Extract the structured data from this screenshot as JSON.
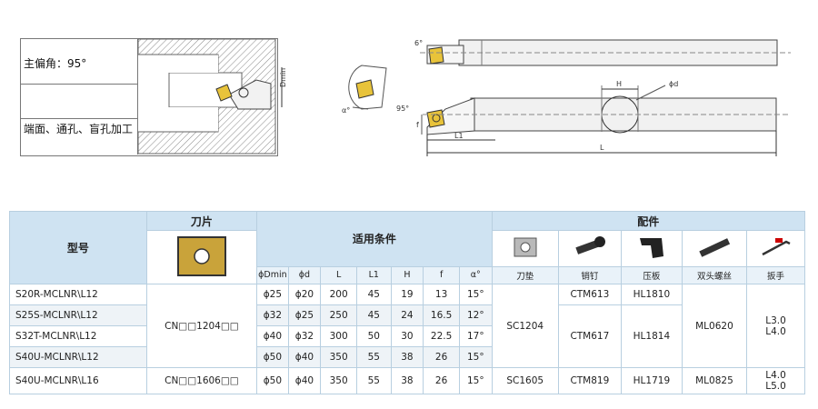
{
  "top_box": {
    "angle_label": "主偏角：95°",
    "use_label": "端面、通孔、盲孔加工",
    "dmin_label": "Dmin"
  },
  "drawing_labels": {
    "angle_6": "6°",
    "angle_95": "95°",
    "angle_alpha": "α°",
    "h": "H",
    "phi_d": "ϕd",
    "f": "f",
    "l1": "L1",
    "l": "L"
  },
  "table": {
    "header": {
      "model": "型号",
      "insert": "刀片",
      "conditions": "适用条件",
      "parts": "配件"
    },
    "subheader": [
      "ϕDmin",
      "ϕd",
      "L",
      "L1",
      "H",
      "f",
      "α°"
    ],
    "parts_labels": [
      "刀垫",
      "销钉",
      "压板",
      "双头螺丝",
      "扳手"
    ],
    "rows": [
      {
        "model": "S20R-MCLNR\\L12",
        "dmin": "ϕ25",
        "d": "ϕ20",
        "L": "200",
        "L1": "45",
        "H": "19",
        "f": "13",
        "a": "15°"
      },
      {
        "model": "S25S-MCLNR\\L12",
        "dmin": "ϕ32",
        "d": "ϕ25",
        "L": "250",
        "L1": "45",
        "H": "24",
        "f": "16.5",
        "a": "12°"
      },
      {
        "model": "S32T-MCLNR\\L12",
        "dmin": "ϕ40",
        "d": "ϕ32",
        "L": "300",
        "L1": "50",
        "H": "30",
        "f": "22.5",
        "a": "17°"
      },
      {
        "model": "S40U-MCLNR\\L12",
        "dmin": "ϕ50",
        "d": "ϕ40",
        "L": "350",
        "L1": "55",
        "H": "38",
        "f": "26",
        "a": "15°"
      },
      {
        "model": "S40U-MCLNR\\L16",
        "dmin": "ϕ50",
        "d": "ϕ40",
        "L": "350",
        "L1": "55",
        "H": "38",
        "f": "26",
        "a": "15°"
      }
    ],
    "insert_1204": "CN□□1204□□",
    "insert_1606": "CN□□1606□□",
    "shim_1204": "SC1204",
    "shim_1605": "SC1605",
    "pin_613": "CTM613",
    "pin_617": "CTM617",
    "pin_819": "CTM819",
    "clamp_1810": "HL1810",
    "clamp_1814": "HL1814",
    "clamp_1719": "HL1719",
    "screw_0620": "ML0620",
    "screw_0825": "ML0825",
    "wrench_a1": "L3.0",
    "wrench_a2": "L4.0",
    "wrench_b1": "L4.0",
    "wrench_b2": "L5.0"
  },
  "colors": {
    "header_blue": "#cfe3f2",
    "insert_gold": "#c9a33a"
  }
}
